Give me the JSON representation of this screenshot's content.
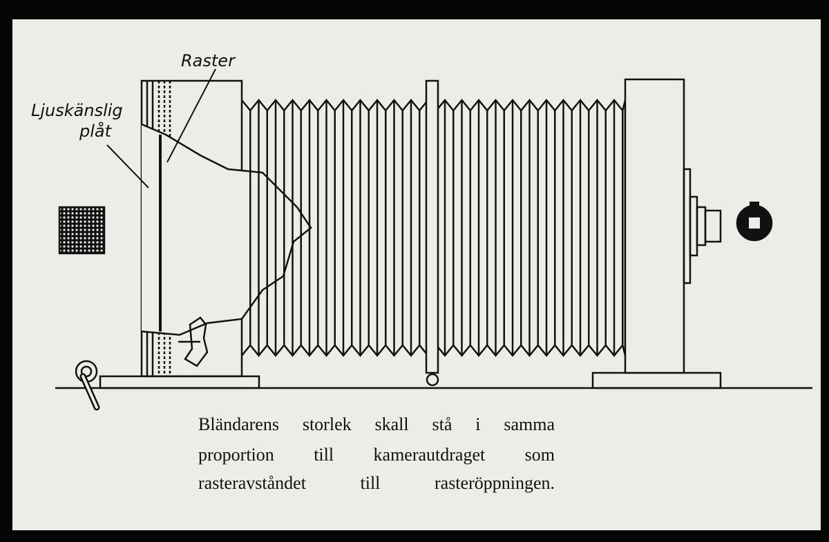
{
  "labels": {
    "raster": "Raster",
    "plate_line1": "Ljuskänslig",
    "plate_line2": "plåt"
  },
  "caption": [
    "Bländarens storlek skall stå i samma",
    "proportion till kamerautdraget som",
    "rasteravståndet till rasteröppningen."
  ],
  "colors": {
    "ink": "#111111",
    "paper": "#ecece8"
  }
}
